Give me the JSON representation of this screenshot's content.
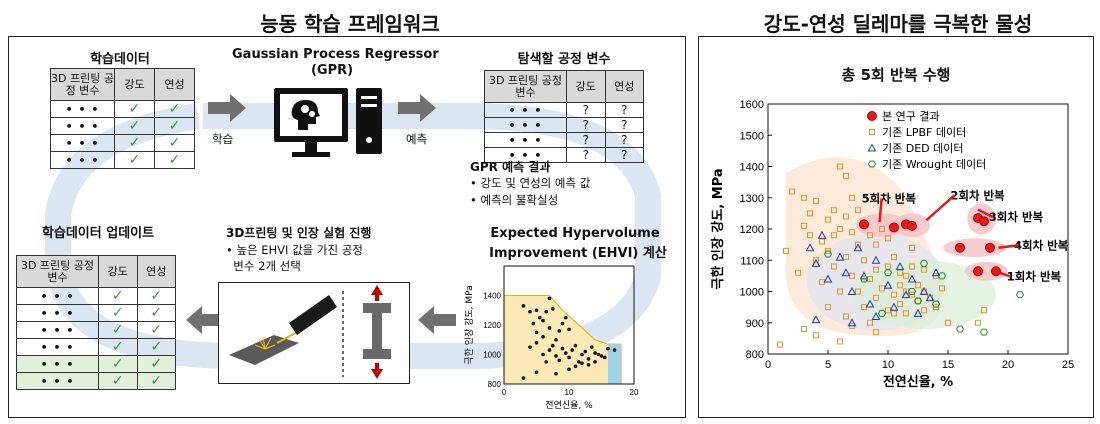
{
  "left_title": "능동 학습 프레임워크",
  "right_title": "강도-연성 딜레마를 극복한 물성",
  "training_data": {
    "title": "학습데이터",
    "header": [
      "3D 프린팅 공정 변수",
      "강도",
      "연성"
    ],
    "rows": [
      "• • •",
      "• • •",
      "• • •",
      "• • •"
    ],
    "check": "✓"
  },
  "gpr": {
    "title_line1": "Gaussian Process Regressor",
    "title_line2": "(GPR)"
  },
  "arrow_learn": "학습",
  "arrow_predict": "예측",
  "explore": {
    "title": "탐색할 공정 변수",
    "header": [
      "3D 프린팅 공정 변수",
      "강도",
      "연성"
    ],
    "rows": [
      "• • •",
      "• • •",
      "• • •",
      "• • •"
    ],
    "q": "?"
  },
  "gpr_result": {
    "title": "GPR 예측 결과",
    "items": [
      "• 강도 및 연성의 예측 값",
      "• 예측의 불확실성"
    ]
  },
  "ehvi": {
    "line1": "Expected Hypervolume",
    "line2": "Improvement (EHVI) 계산"
  },
  "experiment": {
    "title": "3D프린팅 및 인장 실험 진행",
    "line1": "• 높은 EHVI 값을 가진 공정",
    "line2": "  변수 2개 선택"
  },
  "update": {
    "title": "학습데이터 업데이트",
    "header": [
      "3D 프린팅 공정 변수",
      "강도",
      "연성"
    ],
    "rows": [
      "• • •",
      "• • •",
      "• • •",
      "• • •",
      "• • •",
      "• • •"
    ]
  },
  "chart_data": [
    {
      "type": "scatter",
      "title": "",
      "xlabel": "전연신율, %",
      "ylabel": "극한 인장 강도, MPa",
      "xlim": [
        0,
        20
      ],
      "ylim": [
        800,
        1600
      ],
      "xticks": [
        0,
        10,
        20
      ],
      "yticks": [
        800,
        1000,
        1200,
        1400
      ],
      "series": [
        {
          "points": [
            [
              3,
              1330
            ],
            [
              4,
              1290
            ],
            [
              4.5,
              1210
            ],
            [
              5,
              1300
            ],
            [
              5.5,
              1250
            ],
            [
              6,
              1230
            ],
            [
              6.5,
              1290
            ],
            [
              7,
              1380
            ],
            [
              7.5,
              1310
            ],
            [
              5,
              1150
            ],
            [
              6,
              1120
            ],
            [
              7,
              1180
            ],
            [
              8,
              1100
            ],
            [
              8.5,
              1160
            ],
            [
              9,
              1210
            ],
            [
              9.5,
              1250
            ],
            [
              10,
              1170
            ],
            [
              4,
              1050
            ],
            [
              5,
              1080
            ],
            [
              6,
              1000
            ],
            [
              6.5,
              950
            ],
            [
              7,
              1030
            ],
            [
              7.5,
              1060
            ],
            [
              8,
              990
            ],
            [
              8.5,
              960
            ],
            [
              9,
              1040
            ],
            [
              9.5,
              1010
            ],
            [
              10,
              980
            ],
            [
              10.5,
              1030
            ],
            [
              11,
              1060
            ],
            [
              11.5,
              950
            ],
            [
              12,
              1000
            ],
            [
              12.5,
              1020
            ],
            [
              13,
              970
            ],
            [
              13.5,
              1050
            ],
            [
              14,
              1010
            ],
            [
              14.5,
              1000
            ],
            [
              15,
              990
            ],
            [
              15.5,
              980
            ],
            [
              10,
              900
            ],
            [
              11,
              920
            ],
            [
              12,
              940
            ],
            [
              3,
              840
            ],
            [
              5,
              880
            ],
            [
              8,
              870
            ],
            [
              13,
              930
            ],
            [
              14,
              950
            ],
            [
              16,
              1040
            ],
            [
              17,
              1030
            ]
          ]
        }
      ]
    },
    {
      "type": "scatter",
      "title": "총 5회 반복 수행",
      "xlabel": "전연신율, %",
      "ylabel": "극한 인장 강도, MPa",
      "xlim": [
        0,
        25
      ],
      "ylim": [
        800,
        1600
      ],
      "xticks": [
        0,
        5,
        10,
        15,
        20,
        25
      ],
      "yticks": [
        800,
        900,
        1000,
        1100,
        1200,
        1300,
        1400,
        1500,
        1600
      ],
      "legend_position": "top-right",
      "series": [
        {
          "name": "본 연구 결과",
          "marker": "red-circle",
          "points": [
            [
              8,
              1215
            ],
            [
              10.5,
              1205
            ],
            [
              11.5,
              1215
            ],
            [
              12,
              1210
            ],
            [
              17.5,
              1235
            ],
            [
              18,
              1225
            ],
            [
              16,
              1140
            ],
            [
              18.5,
              1140
            ],
            [
              17.5,
              1065
            ],
            [
              19,
              1065
            ]
          ]
        },
        {
          "name": "기존 LPBF 데이터",
          "marker": "orange-square",
          "points": [
            [
              1.5,
              1130
            ],
            [
              2,
              1320
            ],
            [
              2.5,
              1060
            ],
            [
              3,
              1300
            ],
            [
              3,
              1210
            ],
            [
              3.5,
              1250
            ],
            [
              3.5,
              1180
            ],
            [
              4,
              1100
            ],
            [
              4,
              1290
            ],
            [
              4.5,
              1160
            ],
            [
              4.5,
              1030
            ],
            [
              5,
              1230
            ],
            [
              5,
              1130
            ],
            [
              5,
              950
            ],
            [
              5.5,
              1260
            ],
            [
              5.5,
              1180
            ],
            [
              5.5,
              1080
            ],
            [
              6,
              1400
            ],
            [
              6,
              1200
            ],
            [
              6,
              1000
            ],
            [
              6.5,
              1370
            ],
            [
              6.5,
              1240
            ],
            [
              6.5,
              1110
            ],
            [
              6.5,
              920
            ],
            [
              7,
              1300
            ],
            [
              7,
              1190
            ],
            [
              7,
              1050
            ],
            [
              7,
              890
            ],
            [
              7.5,
              1260
            ],
            [
              7.5,
              1150
            ],
            [
              7.5,
              1000
            ],
            [
              8,
              1220
            ],
            [
              8,
              1100
            ],
            [
              8,
              950
            ],
            [
              8.5,
              1180
            ],
            [
              8.5,
              1040
            ],
            [
              8.5,
              900
            ],
            [
              9,
              1150
            ],
            [
              9,
              1070
            ],
            [
              9,
              980
            ],
            [
              9.5,
              1200
            ],
            [
              9.5,
              1010
            ],
            [
              10,
              1170
            ],
            [
              10,
              1080
            ],
            [
              10,
              940
            ],
            [
              10.5,
              1110
            ],
            [
              10.5,
              990
            ],
            [
              10.5,
              930
            ],
            [
              11,
              1060
            ],
            [
              11,
              1020
            ],
            [
              11,
              960
            ],
            [
              11.5,
              1050
            ],
            [
              11.5,
              1000
            ],
            [
              11.5,
              930
            ],
            [
              12,
              1140
            ],
            [
              12,
              1080
            ],
            [
              12,
              990
            ],
            [
              12.5,
              1020
            ],
            [
              12.5,
              970
            ],
            [
              13,
              1070
            ],
            [
              13,
              1000
            ],
            [
              13,
              940
            ],
            [
              13.5,
              980
            ],
            [
              14,
              1050
            ],
            [
              14,
              950
            ],
            [
              14.5,
              1010
            ],
            [
              15,
              900
            ],
            [
              17.5,
              900
            ],
            [
              18,
              940
            ],
            [
              1,
              830
            ],
            [
              3,
              880
            ],
            [
              4,
              860
            ],
            [
              6,
              840
            ],
            [
              9,
              870
            ]
          ]
        },
        {
          "name": "기존 DED 데이터",
          "marker": "blue-triangle",
          "points": [
            [
              3.5,
              1140
            ],
            [
              4,
              1090
            ],
            [
              4.5,
              1180
            ],
            [
              5,
              1040
            ],
            [
              6,
              1110
            ],
            [
              6.5,
              1060
            ],
            [
              7,
              1000
            ],
            [
              7.5,
              1140
            ],
            [
              8,
              1050
            ],
            [
              8.5,
              960
            ],
            [
              9,
              1100
            ],
            [
              10,
              1020
            ],
            [
              10.5,
              950
            ],
            [
              11,
              1080
            ],
            [
              11.5,
              990
            ],
            [
              12,
              1040
            ],
            [
              12.5,
              930
            ],
            [
              13,
              1000
            ],
            [
              13.5,
              980
            ],
            [
              14,
              1060
            ],
            [
              4,
              910
            ],
            [
              7,
              900
            ],
            [
              9,
              920
            ]
          ]
        },
        {
          "name": "기존 Wrought 데이터",
          "marker": "green-hexagon",
          "points": [
            [
              5,
              1120
            ],
            [
              8,
              1040
            ],
            [
              10,
              1060
            ],
            [
              12,
              1000
            ],
            [
              12.5,
              970
            ],
            [
              13,
              1090
            ],
            [
              14,
              960
            ],
            [
              16,
              880
            ],
            [
              18,
              870
            ],
            [
              21,
              990
            ],
            [
              14.5,
              1050
            ],
            [
              9.5,
              930
            ]
          ]
        }
      ],
      "annotations": [
        "5회차 반복",
        "2회차 반복",
        "3회차 반복",
        "4회차 반복",
        "1회차 반복"
      ]
    }
  ]
}
